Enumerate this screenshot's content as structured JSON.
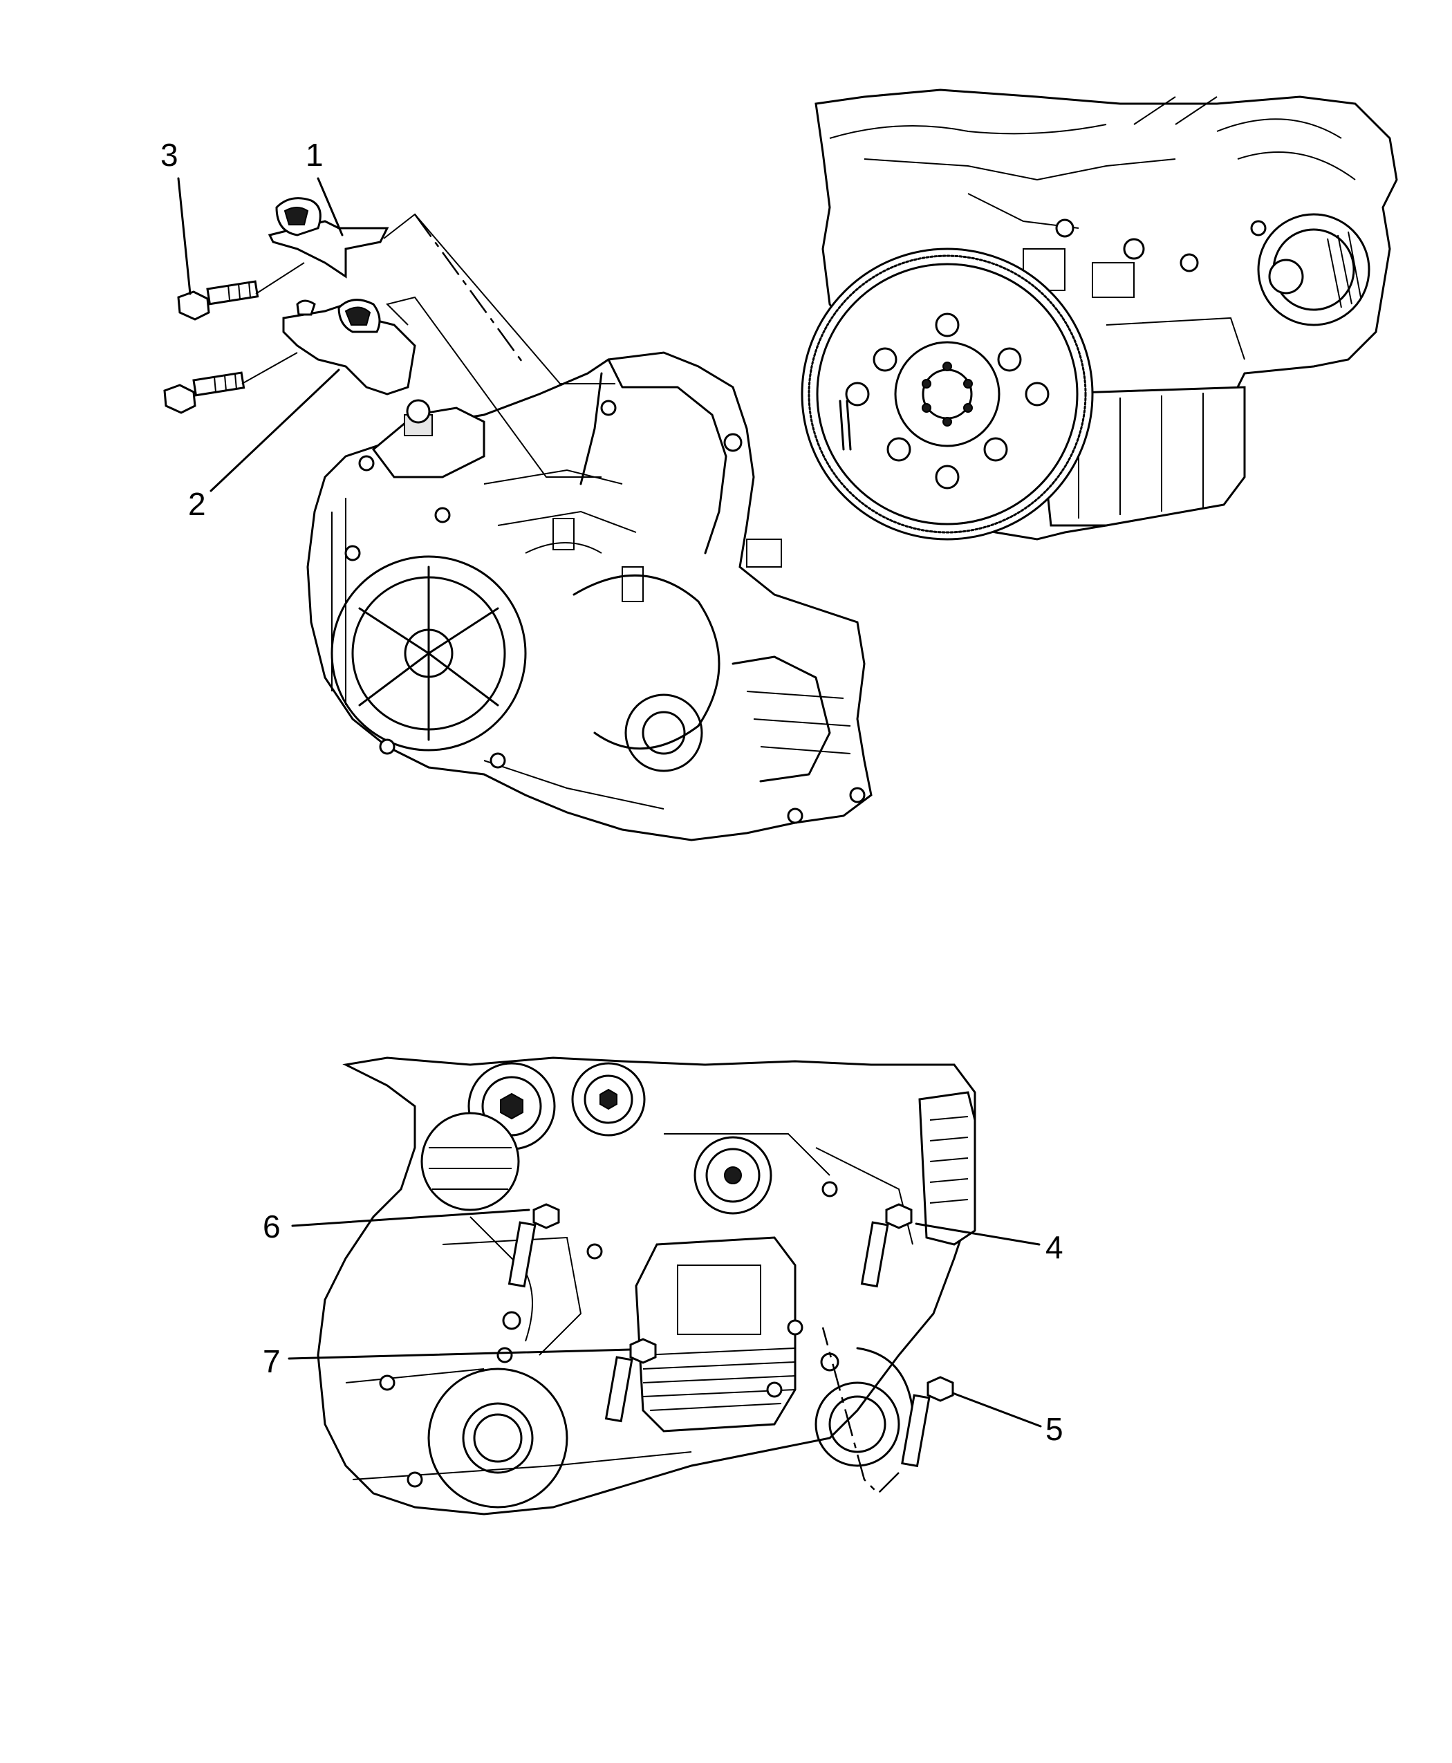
{
  "callouts": [
    {
      "id": "1",
      "label": "1"
    },
    {
      "id": "2",
      "label": "2"
    },
    {
      "id": "3",
      "label": "3"
    },
    {
      "id": "4",
      "label": "4"
    },
    {
      "id": "5",
      "label": "5"
    },
    {
      "id": "6",
      "label": "6"
    },
    {
      "id": "7",
      "label": "7"
    }
  ],
  "icons": {
    "upper_transmission": "transmission-assembly-icon",
    "engine": "engine-block-icon",
    "flywheel": "flywheel-icon",
    "bracket_1": "mount-bracket-icon",
    "bracket_2": "mount-bracket-icon",
    "bolt": "bolt-icon",
    "lower_assembly": "engine-transmission-assembly-icon"
  },
  "colors": {
    "line": "#000000",
    "background": "#ffffff"
  }
}
